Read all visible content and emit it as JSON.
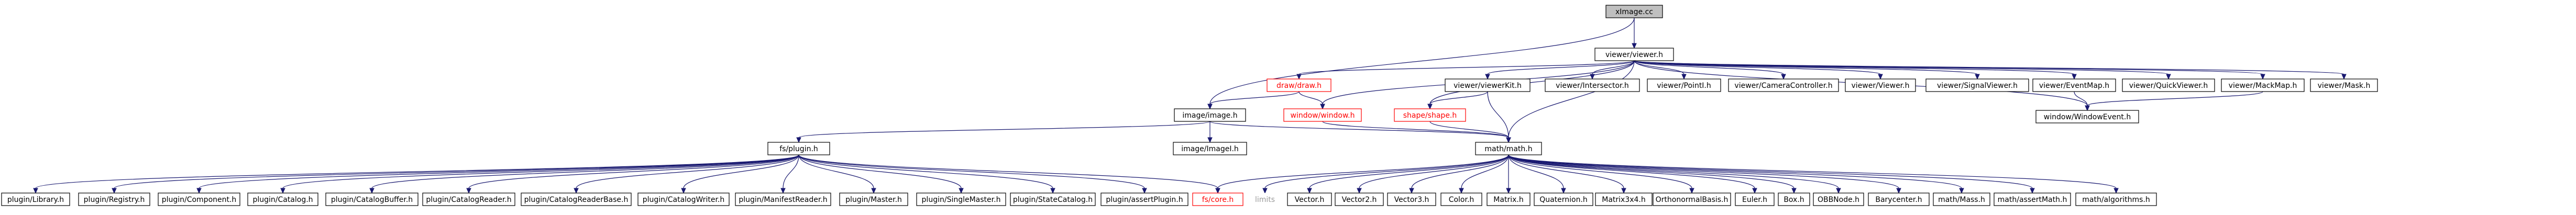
{
  "graph": {
    "nodes": [
      {
        "id": "root",
        "label": "xImage.cc"
      },
      {
        "id": "viewer",
        "label": "viewer/viewer.h"
      },
      {
        "id": "draw",
        "label": "draw/draw.h"
      },
      {
        "id": "vwviewerkit",
        "label": "viewer/viewerKit.h"
      },
      {
        "id": "intersector",
        "label": "viewer/Intersector.h"
      },
      {
        "id": "pointi",
        "label": "viewer/PointI.h"
      },
      {
        "id": "camctl",
        "label": "viewer/CameraController.h"
      },
      {
        "id": "vviewer",
        "label": "viewer/Viewer.h"
      },
      {
        "id": "sigviewer",
        "label": "viewer/SignalViewer.h"
      },
      {
        "id": "eventmap",
        "label": "viewer/EventMap.h"
      },
      {
        "id": "quickviewer",
        "label": "viewer/QuickViewer.h"
      },
      {
        "id": "mackmap",
        "label": "viewer/MackMap.h"
      },
      {
        "id": "maskh",
        "label": "viewer/Mask.h"
      },
      {
        "id": "image",
        "label": "image/image.h"
      },
      {
        "id": "window",
        "label": "window/window.h"
      },
      {
        "id": "shape",
        "label": "shape/shape.h"
      },
      {
        "id": "winevent",
        "label": "window/WindowEvent.h"
      },
      {
        "id": "fsplugin",
        "label": "fs/plugin.h"
      },
      {
        "id": "imagei",
        "label": "image/ImageI.h"
      },
      {
        "id": "math",
        "label": "math/math.h"
      },
      {
        "id": "plib",
        "label": "plugin/Library.h"
      },
      {
        "id": "preg",
        "label": "plugin/Registry.h"
      },
      {
        "id": "pcomp",
        "label": "plugin/Component.h"
      },
      {
        "id": "pcat",
        "label": "plugin/Catalog.h"
      },
      {
        "id": "pcatbuf",
        "label": "plugin/CatalogBuffer.h"
      },
      {
        "id": "pcatread",
        "label": "plugin/CatalogReader.h"
      },
      {
        "id": "pcatreadbase",
        "label": "plugin/CatalogReaderBase.h"
      },
      {
        "id": "pcatwrite",
        "label": "plugin/CatalogWriter.h"
      },
      {
        "id": "pmanifest",
        "label": "plugin/ManifestReader.h"
      },
      {
        "id": "pmaster",
        "label": "plugin/Master.h"
      },
      {
        "id": "psinglemaster",
        "label": "plugin/SingleMaster.h"
      },
      {
        "id": "pstatecat",
        "label": "plugin/StateCatalog.h"
      },
      {
        "id": "passert",
        "label": "plugin/assertPlugin.h"
      },
      {
        "id": "fscore",
        "label": "fs/core.h"
      },
      {
        "id": "limits",
        "label": "limits"
      },
      {
        "id": "vector",
        "label": "Vector.h"
      },
      {
        "id": "vector2",
        "label": "Vector2.h"
      },
      {
        "id": "vector3",
        "label": "Vector3.h"
      },
      {
        "id": "color",
        "label": "Color.h"
      },
      {
        "id": "matrix",
        "label": "Matrix.h"
      },
      {
        "id": "quaternion",
        "label": "Quaternion.h"
      },
      {
        "id": "matrix3x4",
        "label": "Matrix3x4.h"
      },
      {
        "id": "ortho",
        "label": "OrthonormalBasis.h"
      },
      {
        "id": "euler",
        "label": "Euler.h"
      },
      {
        "id": "box",
        "label": "Box.h"
      },
      {
        "id": "obbnode",
        "label": "OBBNode.h"
      },
      {
        "id": "barycenter",
        "label": "Barycenter.h"
      },
      {
        "id": "mathmass",
        "label": "math/Mass.h"
      },
      {
        "id": "mathassert",
        "label": "math/assertMath.h"
      },
      {
        "id": "mathalgo",
        "label": "math/algorithms.h"
      }
    ]
  },
  "colors": {
    "edge": "#191970",
    "root_fill": "#bfbfbf",
    "node_border": "#000000",
    "missing_border": "#ff0000",
    "plain_text": "#9a9a9a"
  }
}
